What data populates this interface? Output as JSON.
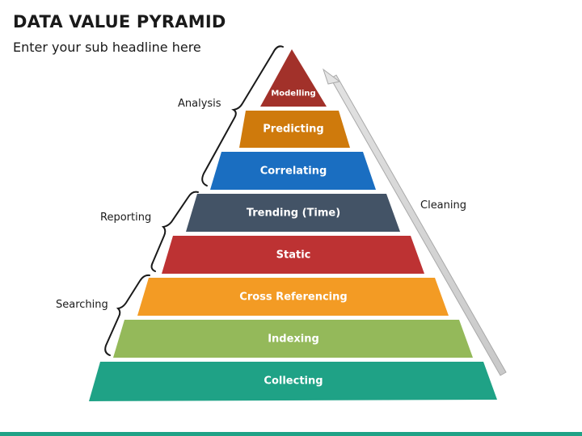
{
  "header": {
    "title": "DATA VALUE PYRAMID",
    "subtitle": "Enter your sub headline here"
  },
  "pyramid": {
    "levels": [
      {
        "label": "Modelling",
        "color": "#a2312a"
      },
      {
        "label": "Predicting",
        "color": "#cf7a0c"
      },
      {
        "label": "Correlating",
        "color": "#1a6ec1"
      },
      {
        "label": "Trending (Time)",
        "color": "#435366"
      },
      {
        "label": "Static",
        "color": "#bd3233"
      },
      {
        "label": "Cross Referencing",
        "color": "#f39b24"
      },
      {
        "label": "Indexing",
        "color": "#94b95a"
      },
      {
        "label": "Collecting",
        "color": "#1fa286"
      }
    ]
  },
  "groups": {
    "analysis": "Analysis",
    "reporting": "Reporting",
    "searching": "Searching"
  },
  "side_arrow": {
    "label": "Cleaning"
  }
}
